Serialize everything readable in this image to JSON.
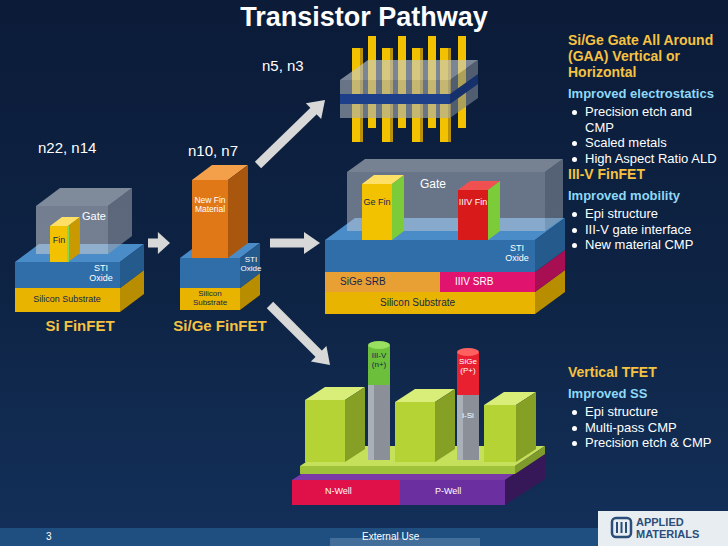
{
  "diagram": {
    "title": "Transistor Pathway",
    "nodes": [
      {
        "text": [
          "Si FinFET"
        ]
      },
      {
        "text": [
          "Si/Ge FinFET"
        ]
      },
      {
        "text": [
          "Si/Ge Gate All Around (GAA) Vertical or Horizontal",
          "Improved electrostatics",
          "Precision etch and CMP",
          "Scaled metals",
          "High Aspect Ratio ALD"
        ]
      },
      {
        "text": [
          "III-V FinFET",
          "Improved mobility",
          "Epi structure",
          "III-V gate interface",
          "New material CMP"
        ]
      },
      {
        "text": [
          "Vertical TFET",
          "Improved SS",
          "Epi structure",
          "Multi-pass CMP",
          "Precision etch & CMP"
        ]
      }
    ],
    "edges": [
      {
        "from": 0,
        "to": 1,
        "arrow": "to"
      },
      {
        "from": 1,
        "to": 2,
        "arrow": "to"
      },
      {
        "from": 1,
        "to": 3,
        "arrow": "to"
      },
      {
        "from": 1,
        "to": 4,
        "arrow": "to"
      }
    ],
    "labels": [
      "n22, n14",
      "n10, n7",
      "n5, n3",
      "Gate",
      "Fin",
      "STI Oxide",
      "Silicon Substrate",
      "New Fin Material",
      "STI Oxide",
      "Silicon Substrate",
      "Gate",
      "Ge Fin",
      "IIIV Fin",
      "SiGe SRB",
      "IIIV SRB",
      "STI Oxide",
      "Silicon Substrate",
      "III-V (n+)",
      "SiGe (P+)",
      "i-Si",
      "N-Well",
      "P-Well",
      "3",
      "External Use",
      "APPLIED MATERIALS"
    ]
  }
}
